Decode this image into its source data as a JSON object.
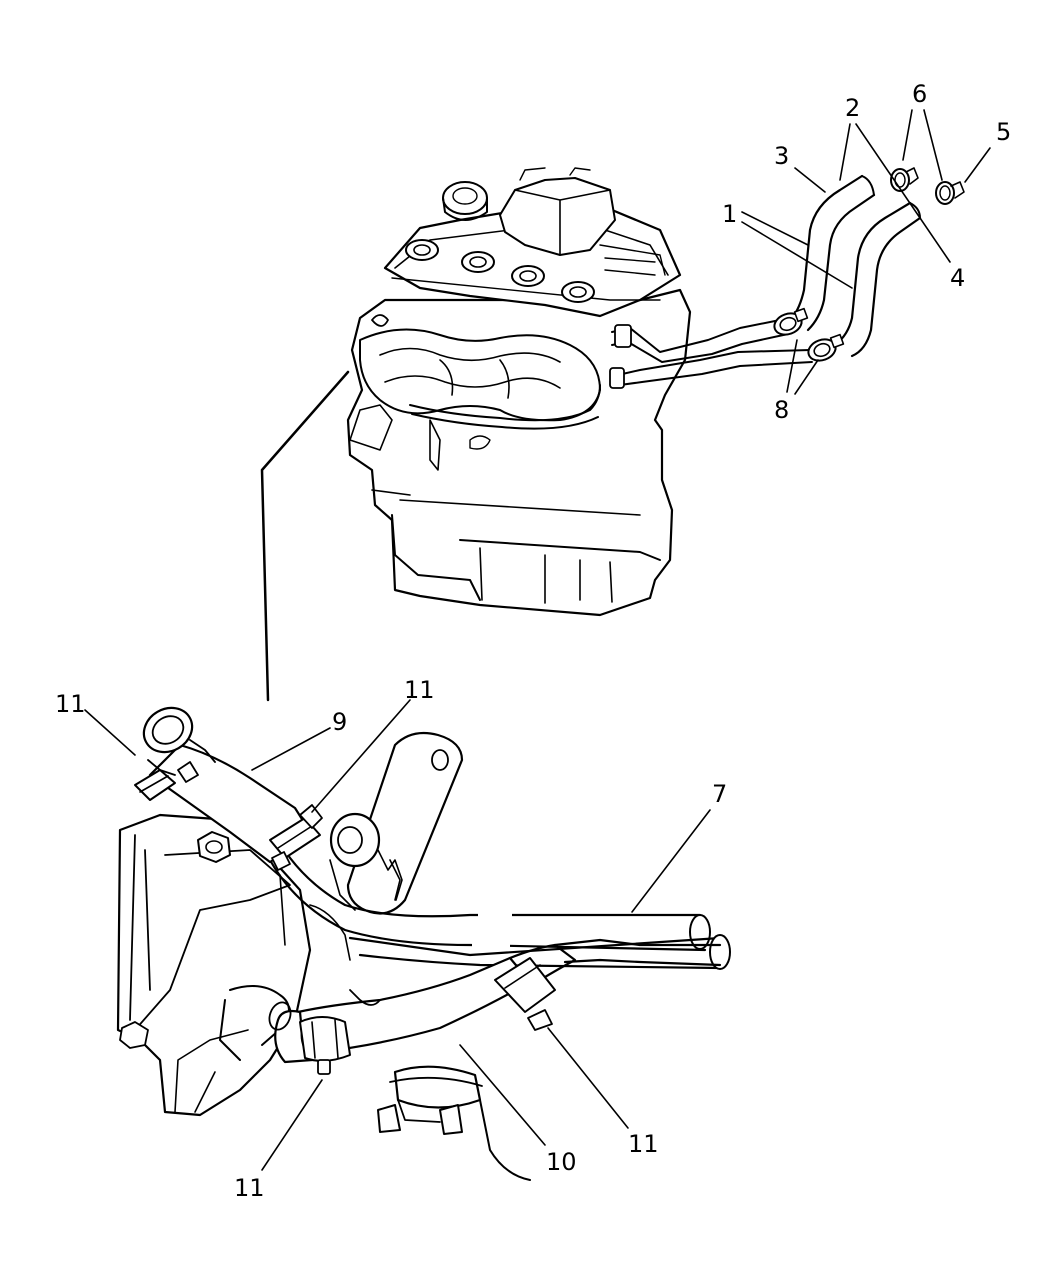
{
  "diagram": {
    "callouts": [
      {
        "id": "callout-1",
        "label": "1"
      },
      {
        "id": "callout-2",
        "label": "2"
      },
      {
        "id": "callout-3",
        "label": "3"
      },
      {
        "id": "callout-4",
        "label": "4"
      },
      {
        "id": "callout-5",
        "label": "5"
      },
      {
        "id": "callout-6",
        "label": "6"
      },
      {
        "id": "callout-7",
        "label": "7"
      },
      {
        "id": "callout-8",
        "label": "8"
      },
      {
        "id": "callout-9",
        "label": "9"
      },
      {
        "id": "callout-10",
        "label": "10"
      },
      {
        "id": "callout-11-upper-left",
        "label": "11"
      },
      {
        "id": "callout-11-upper-mid",
        "label": "11"
      },
      {
        "id": "callout-11-lower-left",
        "label": "11"
      },
      {
        "id": "callout-11-lower-right",
        "label": "11"
      }
    ],
    "colors": {
      "ink": "#000000",
      "background": "#ffffff"
    }
  }
}
